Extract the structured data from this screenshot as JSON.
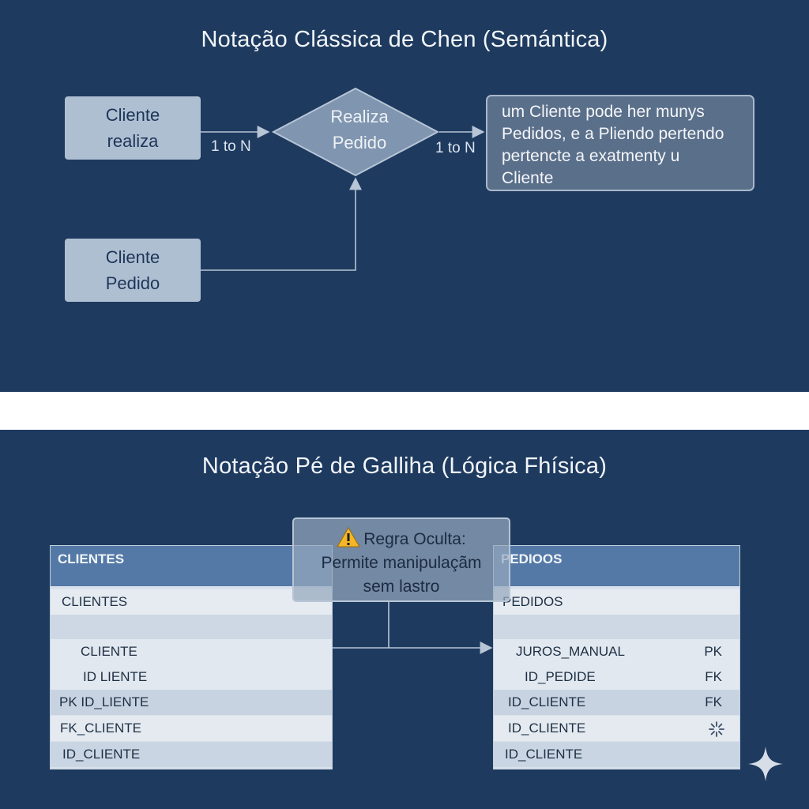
{
  "top": {
    "title": "Notação Clássica de Chen (Semántica)",
    "entity_a": [
      "Cliente",
      "realiza"
    ],
    "relationship": [
      "Realiza",
      "Pedido"
    ],
    "entity_b": [
      "Cliente",
      "Pedido"
    ],
    "cardinality_left": "1 to N",
    "cardinality_right": "1 to N",
    "note_lines": [
      "um Cliente pode her munys",
      "Pedidos, e a Pliendo pertendo",
      "pertencte a exatmenty u",
      "Cliente"
    ]
  },
  "bottom": {
    "title": "Notação Pé de Galliha (Lógica Fhísica)",
    "callout": {
      "icon": "warning-icon",
      "lines": [
        "Regra Oculta:",
        "Permite manipulaçãm",
        "sem lastro"
      ]
    },
    "clientes": {
      "header": "CLIENTES",
      "rows": [
        {
          "text": "CLIENTES"
        },
        {
          "text": ""
        },
        {
          "text": "CLIENTE"
        },
        {
          "text": "ID LIENTE"
        },
        {
          "text": "PK ID_LIENTE"
        },
        {
          "text": "FK_CLIENTE"
        },
        {
          "text": "ID_CLIENTE"
        }
      ]
    },
    "pedidos": {
      "header": "PEDIOOS",
      "rows": [
        {
          "text": "PEDIDOS",
          "key": ""
        },
        {
          "text": "",
          "key": ""
        },
        {
          "text": "JUROS_MANUAL",
          "key": "PK"
        },
        {
          "text": "ID_PEDIDE",
          "key": "FK"
        },
        {
          "text": "ID_CLIENTE",
          "key": "FK"
        },
        {
          "text": "ID_CLIENTE",
          "key": ""
        },
        {
          "text": "ID_CLIENTE",
          "key": ""
        }
      ]
    }
  },
  "colors": {
    "background": "#1e3a5f",
    "entity": "#aebfd2",
    "table_header": "#5479a6"
  }
}
